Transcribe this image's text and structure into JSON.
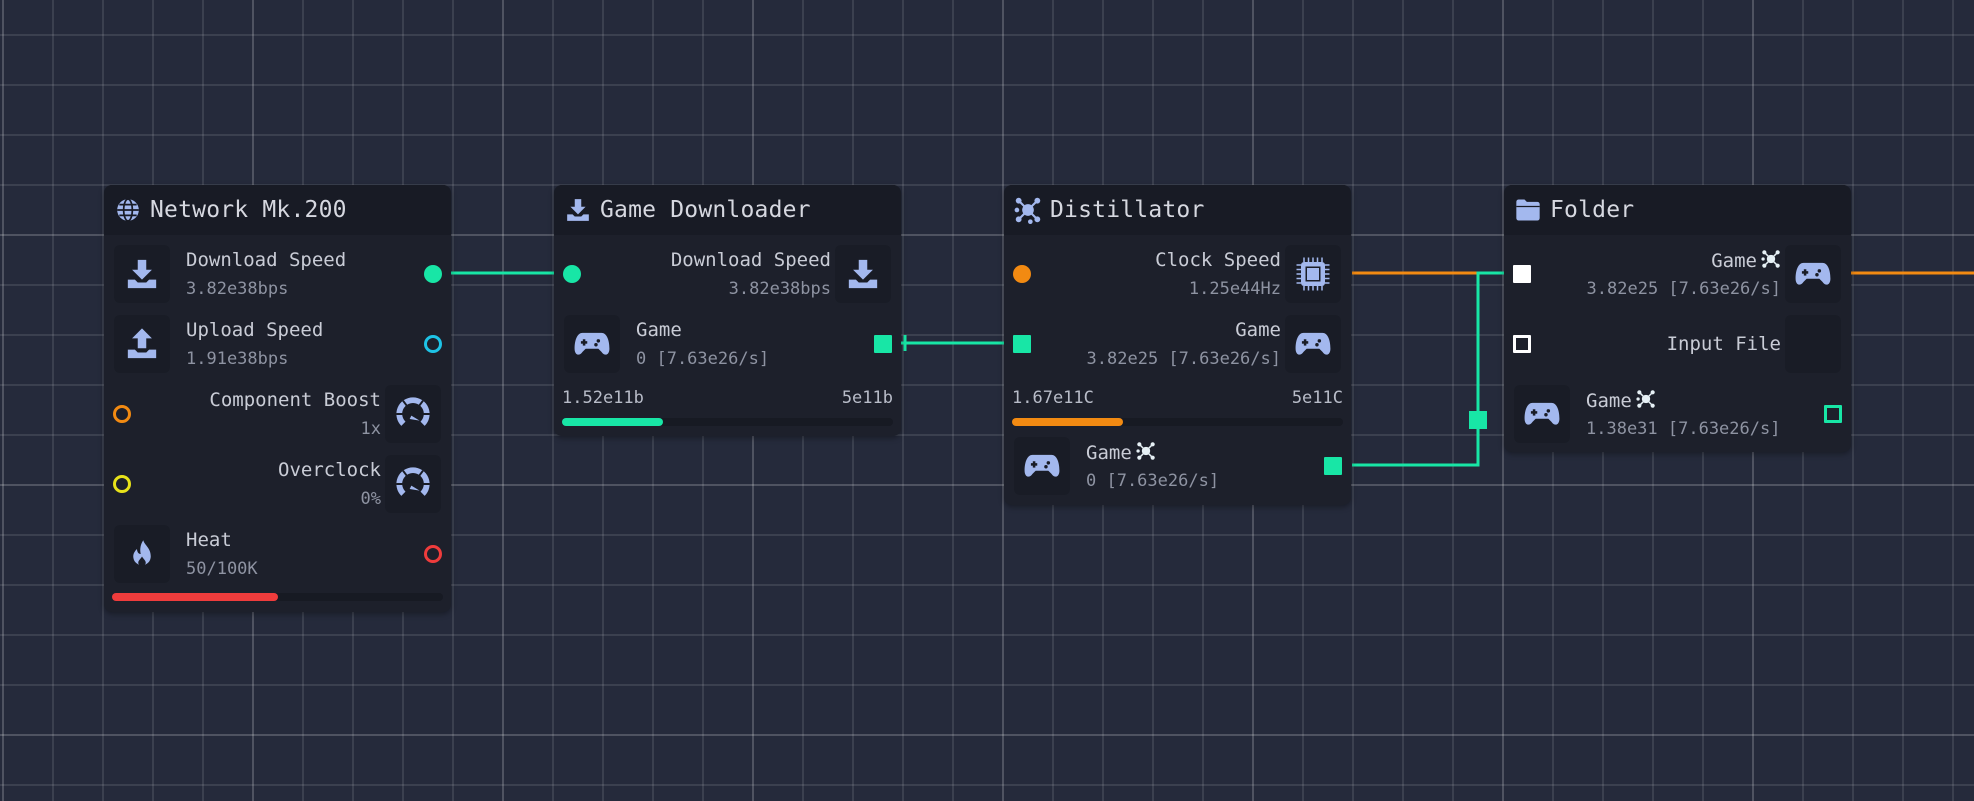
{
  "colors": {
    "teal": "#18e6a6",
    "orange": "#f28a12",
    "cyan": "#1ec3e6",
    "yellow": "#e8e21a",
    "red": "#ef3c3c",
    "white": "#ffffff",
    "icon": "#a3b8ee"
  },
  "nodes": {
    "network": {
      "title": "Network Mk.200",
      "icon": "globe-icon",
      "rows": [
        {
          "label": "Download Speed",
          "value": "3.82e38bps",
          "icon": "download-icon",
          "port": "output",
          "port_color": "teal"
        },
        {
          "label": "Upload Speed",
          "value": "1.91e38bps",
          "icon": "upload-icon",
          "port": "output",
          "port_color": "cyan"
        },
        {
          "label": "Component Boost",
          "value": "1x",
          "icon": "speedometer-icon",
          "port": "input",
          "port_color": "orange"
        },
        {
          "label": "Overclock",
          "value": "0%",
          "icon": "speedometer-icon",
          "port": "input",
          "port_color": "yellow"
        },
        {
          "label": "Heat",
          "value": "50/100K",
          "icon": "flame-icon",
          "port": "output",
          "port_color": "red"
        }
      ],
      "progress": {
        "value": 50,
        "max": 100,
        "fraction": 0.5,
        "color": "red"
      }
    },
    "downloader": {
      "title": "Game Downloader",
      "icon": "download-icon",
      "rows": [
        {
          "label": "Download Speed",
          "value": "3.82e38bps",
          "icon": "download-icon",
          "port": "input",
          "port_color": "teal"
        },
        {
          "label": "Game",
          "value": "0 [7.63e26/s]",
          "icon": "gamepad-icon",
          "port": "output",
          "port_color": "teal"
        }
      ],
      "progress": {
        "current_label": "1.52e11b",
        "max_label": "5e11b",
        "fraction": 0.304,
        "color": "teal"
      }
    },
    "distillator": {
      "title": "Distillator",
      "icon": "molecule-icon",
      "rows": [
        {
          "label": "Clock Speed",
          "value": "1.25e44Hz",
          "icon": "cpu-icon",
          "port": "input",
          "port_color": "orange"
        },
        {
          "label": "Game",
          "value": "3.82e25 [7.63e26/s]",
          "icon": "gamepad-icon",
          "port": "input",
          "port_color": "teal"
        },
        {
          "label": "Game",
          "value": "0 [7.63e26/s]",
          "icon": "gamepad-icon",
          "badge_icon": "molecule-icon",
          "port": "output",
          "port_color": "teal"
        }
      ],
      "progress": {
        "current_label": "1.67e11C",
        "max_label": "5e11C",
        "fraction": 0.334,
        "color": "orange"
      }
    },
    "folder": {
      "title": "Folder",
      "icon": "folder-icon",
      "rows": [
        {
          "label": "Game",
          "value": "3.82e25 [7.63e26/s]",
          "icon": "gamepad-icon",
          "badge_icon": "molecule-icon",
          "port": "input",
          "port_color": "white"
        },
        {
          "label": "Input File",
          "value": "",
          "icon": "empty-slot",
          "port": "input",
          "port_color": "white"
        },
        {
          "label": "Game",
          "value": "1.38e31 [7.63e26/s]",
          "icon": "gamepad-icon",
          "badge_icon": "molecule-icon",
          "port": "output",
          "port_color": "teal"
        }
      ]
    }
  }
}
